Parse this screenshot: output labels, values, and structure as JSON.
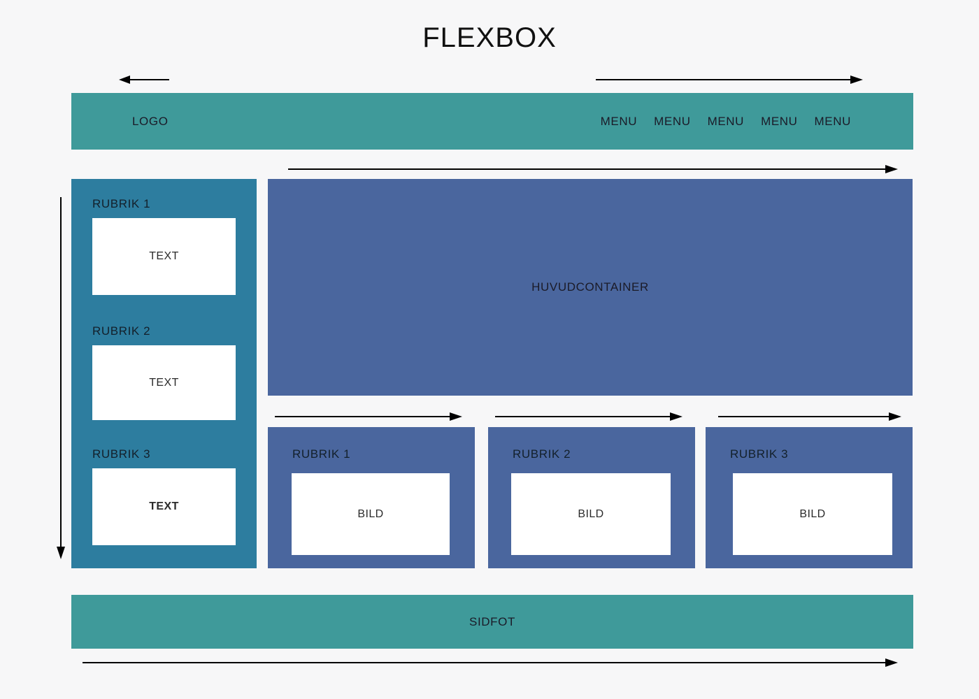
{
  "page": {
    "title": "FLEXBOX",
    "background_color": "#f7f7f8"
  },
  "colors": {
    "header_footer_teal": "#3f9a9a",
    "sidebar_blue": "#2d7d9f",
    "container_blue": "#4a669e",
    "box_white": "#ffffff",
    "arrow_black": "#000000",
    "text_dark": "#1b1b28"
  },
  "header": {
    "logo_label": "LOGO",
    "menu_items": [
      "MENU",
      "MENU",
      "MENU",
      "MENU",
      "MENU"
    ]
  },
  "sidebar": {
    "sections": [
      {
        "heading": "RUBRIK 1",
        "box_label": "TEXT",
        "bold": false
      },
      {
        "heading": "RUBRIK 2",
        "box_label": "TEXT",
        "bold": false
      },
      {
        "heading": "RUBRIK 3",
        "box_label": "TEXT",
        "bold": true
      }
    ]
  },
  "main": {
    "container_label": "HUVUDCONTAINER"
  },
  "cards": [
    {
      "heading": "RUBRIK 1",
      "image_label": "BILD"
    },
    {
      "heading": "RUBRIK 2",
      "image_label": "BILD"
    },
    {
      "heading": "RUBRIK 3",
      "image_label": "BILD"
    }
  ],
  "footer": {
    "label": "SIDFOT"
  },
  "annotations": {
    "header_left_arrow": "left-pointing-flex-direction-arrow",
    "header_right_arrow": "right-pointing-flex-direction-arrow",
    "main_top_arrow": "right-pointing-flex-direction-arrow",
    "sidebar_vertical_arrow": "down-pointing-flex-direction-arrow",
    "card_arrows": [
      "right-pointing-flex-direction-arrow",
      "right-pointing-flex-direction-arrow",
      "right-pointing-flex-direction-arrow"
    ],
    "footer_bottom_arrow": "right-pointing-flex-direction-arrow"
  }
}
